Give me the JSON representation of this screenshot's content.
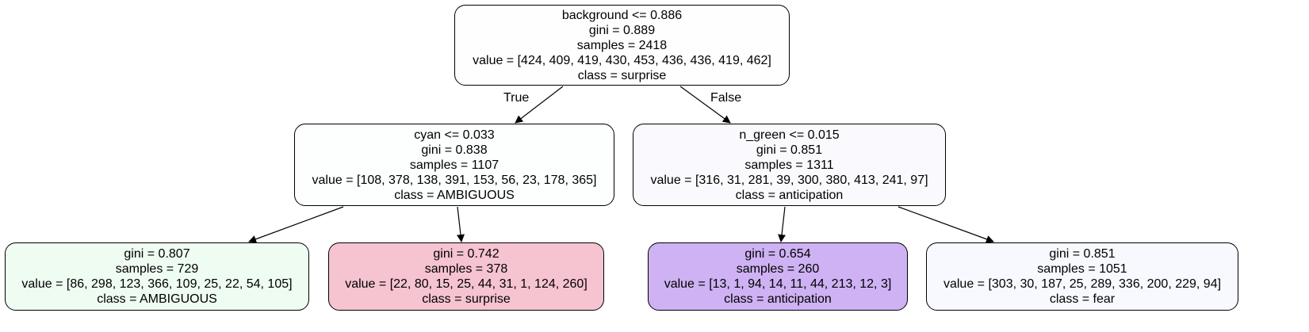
{
  "tree": {
    "nodes": [
      {
        "id": "root",
        "lines": [
          "background <= 0.886",
          "gini = 0.889",
          "samples = 2418",
          "value = [424, 409, 419, 430, 453, 436, 436, 419, 462]",
          "class = surprise"
        ],
        "fill": "#fefefe"
      },
      {
        "id": "left",
        "lines": [
          "cyan <= 0.033",
          "gini = 0.838",
          "samples = 1107",
          "value = [108, 378, 138, 391, 153, 56, 23, 178, 365]",
          "class = AMBIGUOUS"
        ],
        "fill": "#fcfffd"
      },
      {
        "id": "right",
        "lines": [
          "n_green <= 0.015",
          "gini = 0.851",
          "samples = 1311",
          "value = [316, 31, 281, 39, 300, 380, 413, 241, 97]",
          "class = anticipation"
        ],
        "fill": "#fafafe"
      },
      {
        "id": "leaf1",
        "lines": [
          "gini = 0.807",
          "samples = 729",
          "value = [86, 298, 123, 366, 109, 25, 22, 54, 105]",
          "class = AMBIGUOUS"
        ],
        "fill": "#eefcf1"
      },
      {
        "id": "leaf2",
        "lines": [
          "gini = 0.742",
          "samples = 378",
          "value = [22, 80, 15, 25, 44, 31, 1, 124, 260]",
          "class = surprise"
        ],
        "fill": "#f6c3d1"
      },
      {
        "id": "leaf3",
        "lines": [
          "gini = 0.654",
          "samples = 260",
          "value = [13, 1, 94, 14, 11, 44, 213, 12, 3]",
          "class = anticipation"
        ],
        "fill": "#ceb2f3"
      },
      {
        "id": "leaf4",
        "lines": [
          "gini = 0.851",
          "samples = 1051",
          "value = [303, 30, 187, 25, 289, 336, 200, 229, 94]",
          "class = fear"
        ],
        "fill": "#f8f9fe"
      }
    ],
    "edges": [
      {
        "from": "root",
        "to": "left",
        "label": "True"
      },
      {
        "from": "root",
        "to": "right",
        "label": "False"
      },
      {
        "from": "left",
        "to": "leaf1",
        "label": ""
      },
      {
        "from": "left",
        "to": "leaf2",
        "label": ""
      },
      {
        "from": "right",
        "to": "leaf3",
        "label": ""
      },
      {
        "from": "right",
        "to": "leaf4",
        "label": ""
      }
    ]
  }
}
